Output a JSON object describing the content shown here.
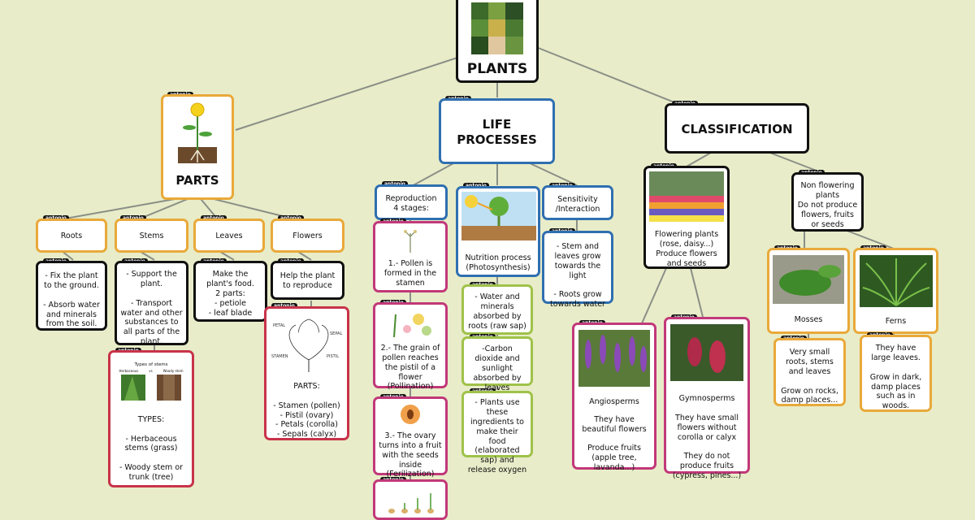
{
  "author_tag": "antonio",
  "root": {
    "label": "PLANTS"
  },
  "parts": {
    "label": "PARTS",
    "roots": {
      "label": "Roots",
      "detail": "- Fix the plant to the ground.\n\n- Absorb water and minerals from the soil."
    },
    "stems": {
      "label": "Stems",
      "detail": "- Support the plant.\n\n- Transport water and other substances to all parts of the plant.",
      "image_captions": {
        "title": "Types of stems",
        "left": "Herbaceous",
        "vs": "vs",
        "right": "Woody stem"
      },
      "types": "TYPES:\n\n- Herbaceous stems (grass)\n\n- Woody stem or trunk (tree)"
    },
    "leaves": {
      "label": "Leaves",
      "detail": "Make the plant's food.\n2 parts:\n- petiole\n- leaf blade"
    },
    "flowers": {
      "label": "Flowers",
      "detail": "Help the plant to reproduce",
      "image_labels": [
        "PETAL",
        "SEPAL",
        "STAMEN",
        "PISTIL"
      ],
      "parts": "PARTS:\n\n- Stamen (pollen)\n- Pistil (ovary)\n- Petals (corolla)\n- Sepals (calyx)"
    }
  },
  "life": {
    "label": "LIFE\nPROCESSES",
    "reproduction": {
      "label": "Reproduction\n4 stages:",
      "stages": [
        "1.- Pollen is formed in the stamen",
        "2.- The grain of pollen reaches the pistil of a flower (Pollination)",
        "3.- The ovary turns into a fruit with the seeds inside (Ferilization)"
      ]
    },
    "nutrition": {
      "label": "Nutrition process (Photosynthesis)",
      "steps": [
        "- Water and minerals absorbed by roots (raw sap)",
        "-Carbon dioxide and sunlight absorbed by leaves",
        "- Plants use these ingredients to make their food (elaborated sap) and release oxygen"
      ]
    },
    "sensitivity": {
      "label": "Sensitivity\n/Interaction",
      "detail": "- Stem and leaves grow towards the light\n\n- Roots grow towards water"
    }
  },
  "classification": {
    "label": "CLASSIFICATION",
    "flowering": {
      "label": "Flowering plants (rose, daisy...)\nProduce flowers and seeds",
      "angiosperms": {
        "label": "Angiosperms",
        "detail": "They have beautiful flowers\n\nProduce fruits (apple tree, lavanda...)"
      },
      "gymnosperms": {
        "label": "Gymnosperms",
        "detail": "They have small flowers without corolla or calyx\n\nThey do not produce fruits\n(cypress, pines...)"
      }
    },
    "non_flowering": {
      "label": "Non flowering plants\nDo not produce flowers, fruits or seeds",
      "mosses": {
        "label": "Mosses",
        "detail": "Very small roots, stems and leaves\n\nGrow on rocks, damp places..."
      },
      "ferns": {
        "label": "Ferns",
        "detail": "They have large leaves.\n\nGrow in dark, damp places such as in woods."
      }
    }
  },
  "colors": {
    "background": "#e8ecc8",
    "orange": "#e9a93a",
    "blue": "#2f6fb0",
    "red": "#c8334a",
    "magenta": "#c23879",
    "green": "#9fc24a"
  }
}
